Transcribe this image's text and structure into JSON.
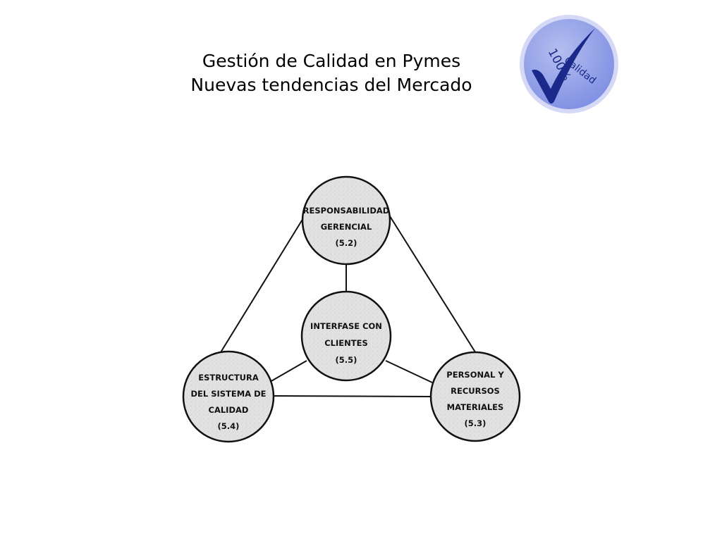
{
  "title": {
    "line1": "Gestión de Calidad en Pymes",
    "line2": "Nuevas tendencias del Mercado"
  },
  "badge": {
    "icon": "checkmark-icon",
    "top_text": "100%",
    "bottom_text": "Calidad",
    "colors": {
      "fill": "#8f9ee8",
      "border": "#c9cff3",
      "check": "#1b2a8a"
    }
  },
  "diagram": {
    "nodes": [
      {
        "id": "top",
        "lines": [
          "RESPONSABILIDAD",
          "GERENCIAL",
          "(5.2)"
        ]
      },
      {
        "id": "center",
        "lines": [
          "INTERFASE CON",
          "CLIENTES",
          "(5.5)"
        ]
      },
      {
        "id": "left",
        "lines": [
          "ESTRUCTURA",
          "DEL SISTEMA DE",
          "CALIDAD",
          "(5.4)"
        ]
      },
      {
        "id": "right",
        "lines": [
          "PERSONAL Y",
          "RECURSOS",
          "MATERIALES",
          "(5.3)"
        ]
      }
    ]
  }
}
